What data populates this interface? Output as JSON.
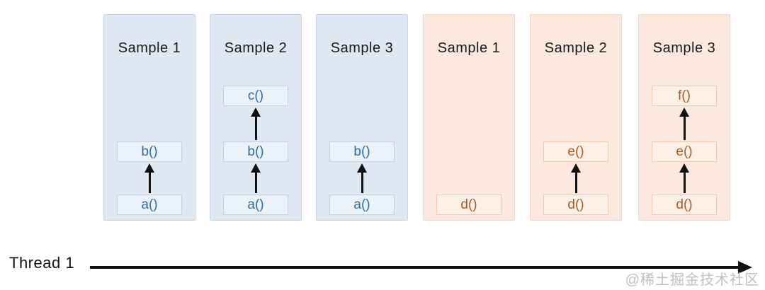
{
  "diagram": {
    "thread_label": "Thread 1",
    "watermark": "@稀土掘金技术社区"
  },
  "panels": [
    {
      "label": "Sample 1",
      "theme": "blue",
      "stack": [
        "a()",
        "b()"
      ]
    },
    {
      "label": "Sample 2",
      "theme": "blue",
      "stack": [
        "a()",
        "b()",
        "c()"
      ]
    },
    {
      "label": "Sample 3",
      "theme": "blue",
      "stack": [
        "a()",
        "b()"
      ]
    },
    {
      "label": "Sample 1",
      "theme": "orange",
      "stack": [
        "d()"
      ]
    },
    {
      "label": "Sample 2",
      "theme": "orange",
      "stack": [
        "d()",
        "e()"
      ]
    },
    {
      "label": "Sample 3",
      "theme": "orange",
      "stack": [
        "d()",
        "e()",
        "f()"
      ]
    }
  ],
  "colors": {
    "blue_panel_bg": "#dfe9f4",
    "blue_panel_border": "#c6d6e8",
    "blue_frame_bg": "#ecf2f9",
    "blue_frame_border": "#c2d2e2",
    "blue_text": "#2e6da4",
    "orange_panel_bg": "#fbe9e0",
    "orange_panel_border": "#f3d3c3",
    "orange_frame_bg": "#fdf0e7",
    "orange_frame_border": "#f0c7ad",
    "orange_text": "#a85b22",
    "arrow": "#111111",
    "title_text": "#1a1a1a",
    "watermark_text": "#c0c0c0"
  }
}
